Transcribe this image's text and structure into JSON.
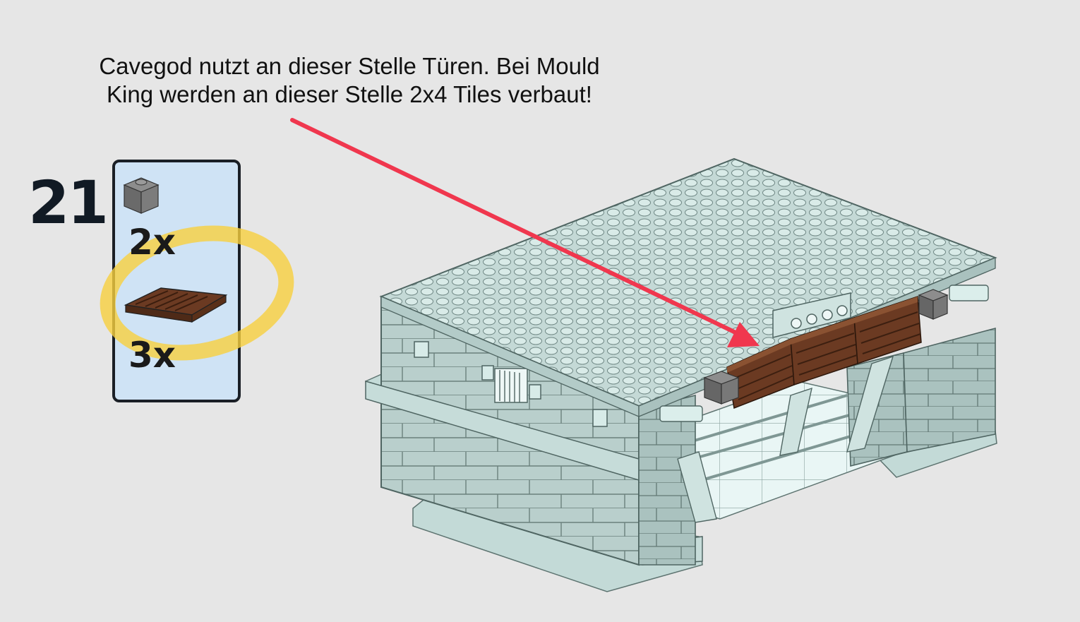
{
  "annotation": {
    "line1": "Cavegod nutzt an dieser Stelle Türen. Bei Mould",
    "line2": "King werden an dieser Stelle 2x4 Tiles verbaut!"
  },
  "step": {
    "number": "21"
  },
  "parts": [
    {
      "name": "1x1 brick dark grey",
      "qty": "2x"
    },
    {
      "name": "2x4 tile reddish brown",
      "qty": "3x"
    }
  ],
  "colors": {
    "background": "#e6e6e6",
    "parts_box": "#cfe3f5",
    "arrow": "#f0374e",
    "highlight": "#f7cf3f",
    "model_body": "#bcd2cf",
    "doors": "#6b3a22"
  }
}
